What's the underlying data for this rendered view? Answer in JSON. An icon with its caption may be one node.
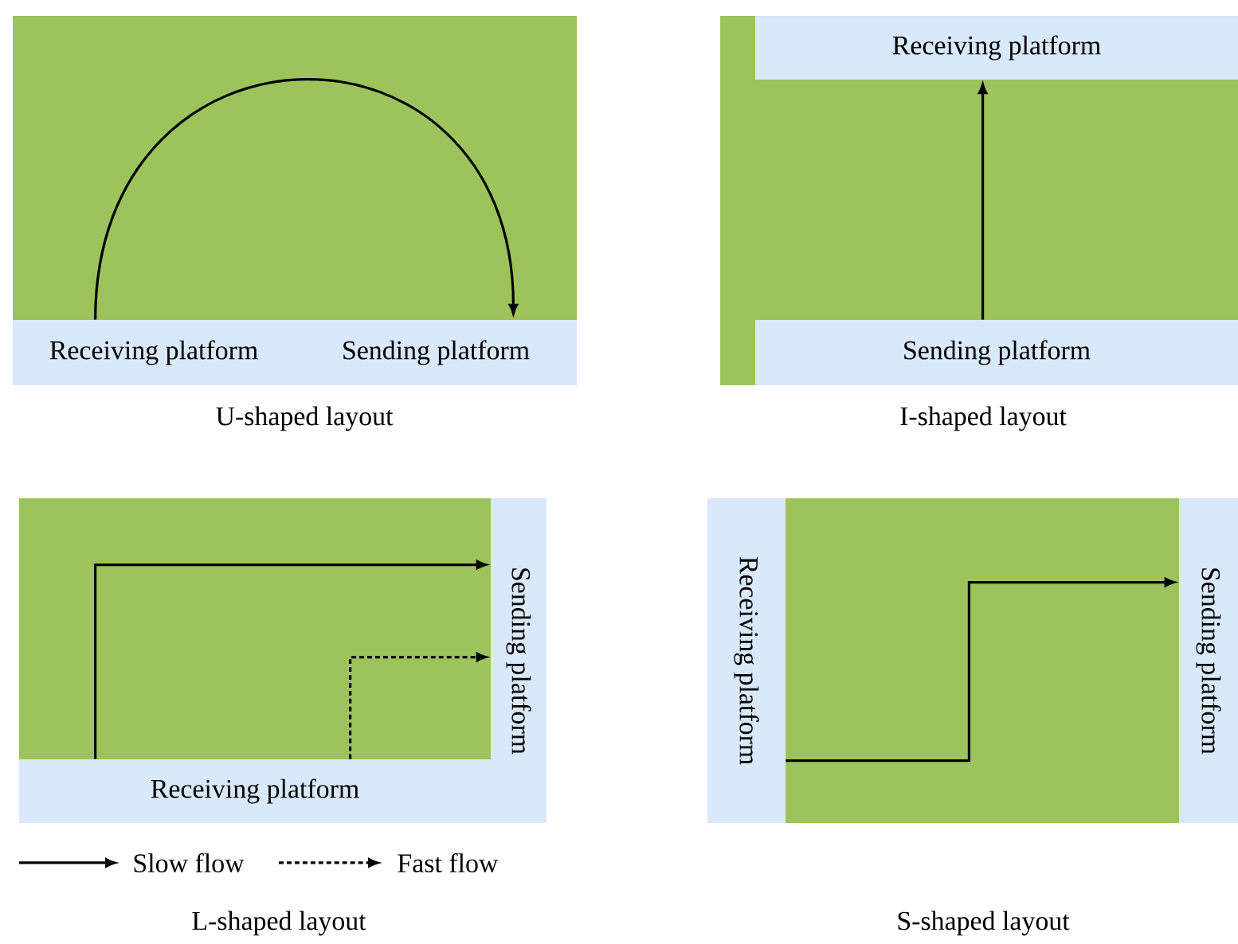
{
  "diagram": {
    "nodes": [
      {
        "text": [
          "Receiving platform"
        ]
      },
      {
        "text": [
          "Sending platform"
        ]
      },
      {
        "text": [
          "Receiving platform"
        ]
      },
      {
        "text": [
          "Sending platform"
        ]
      },
      {
        "text": [
          "Receiving platform"
        ]
      },
      {
        "text": [
          "Sending platform"
        ]
      },
      {
        "text": [
          "Receiving platform"
        ]
      },
      {
        "text": [
          "Sending platform"
        ]
      }
    ],
    "edges": [
      {
        "from": 0,
        "to": 1,
        "arrow": "to"
      },
      {
        "from": 3,
        "to": 2,
        "arrow": "to"
      },
      {
        "from": 4,
        "to": 5,
        "arrow": "to"
      },
      {
        "from": 4,
        "to": 5,
        "arrow": "to",
        "style": "dashed"
      },
      {
        "from": 6,
        "to": 7,
        "arrow": "to"
      }
    ],
    "labels": [
      "U-shaped layout",
      "I-shaped layout",
      "L-shaped layout",
      "S-shaped layout"
    ],
    "legend": [
      {
        "text": "Slow flow"
      },
      {
        "text": "Fast flow"
      }
    ]
  }
}
